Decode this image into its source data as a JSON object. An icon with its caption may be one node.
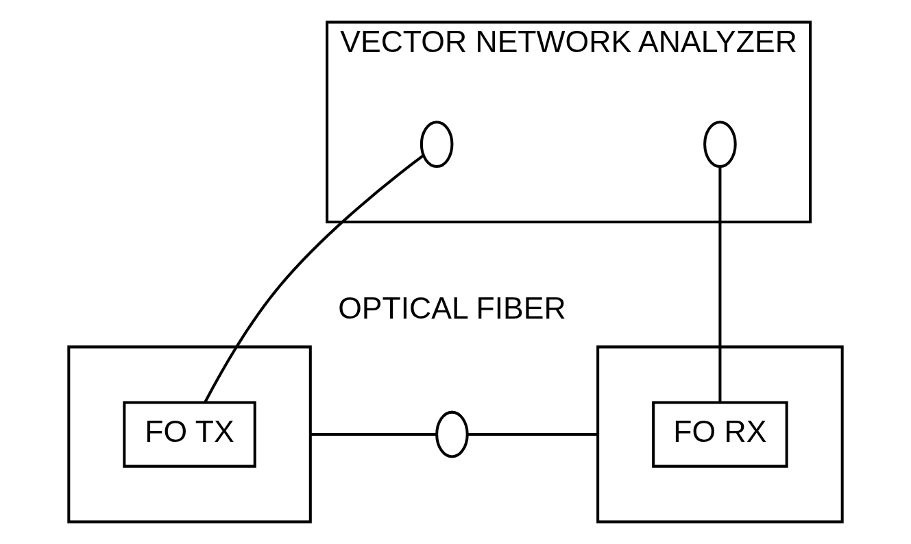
{
  "diagram": {
    "nodes": [
      {
        "text": [
          "VECTOR NETWORK ANALYZER"
        ]
      },
      {
        "text": [],
        "shape": "circle",
        "in": 0
      },
      {
        "text": [],
        "shape": "circle",
        "in": 0
      },
      {
        "text": [],
        "shape": "box"
      },
      {
        "text": [
          "FO TX"
        ],
        "in": 3
      },
      {
        "text": [],
        "shape": "box"
      },
      {
        "text": [
          "FO RX"
        ],
        "in": 5
      },
      {
        "text": [],
        "shape": "circle",
        "beside": [
          "OPTICAL FIBER"
        ]
      }
    ],
    "edges": [
      {
        "from": 1,
        "to": 4,
        "arrow": "none"
      },
      {
        "from": 2,
        "to": 6,
        "arrow": "none"
      },
      {
        "from": 3,
        "to": 7,
        "arrow": "none"
      },
      {
        "from": 7,
        "to": 5,
        "arrow": "none"
      }
    ]
  }
}
